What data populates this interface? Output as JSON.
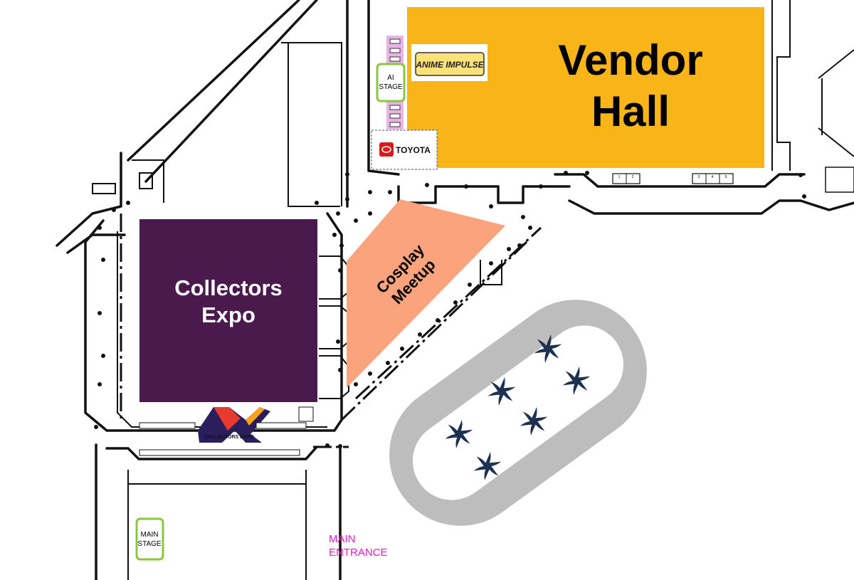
{
  "areas": {
    "vendor_hall": {
      "line1": "Vendor",
      "line2": "Hall",
      "color": "#F9B418"
    },
    "collectors_expo": {
      "line1": "Collectors",
      "line2": "Expo",
      "color": "#4A1A4C"
    },
    "cosplay_meetup": {
      "line1": "Cosplay",
      "line2": "Meetup",
      "color": "#FBA37C"
    }
  },
  "stages": {
    "ai_stage": {
      "line1": "AI",
      "line2": "STAGE",
      "border": "#8CC63F"
    },
    "main_stage": {
      "line1": "MAIN",
      "line2": "STAGE",
      "border": "#8CC63F"
    }
  },
  "entrance": {
    "line1": "MAIN",
    "line2": "ENTRANCE",
    "color": "#E619C4"
  },
  "sponsors": {
    "toyota": "TOYOTA",
    "anime_impulse_logo": "ANIME IMPULSE",
    "collectors_expo_logo": "COLLECTORS EXPO"
  },
  "booths": {
    "vendor_left": [
      "1",
      "2"
    ],
    "vendor_right": [
      "3",
      "4",
      "5"
    ]
  },
  "colors": {
    "driveway": "#BDBDBD",
    "palm": "#1F3150",
    "pink_booths": "#E8B4E6",
    "walls": "#111111"
  }
}
